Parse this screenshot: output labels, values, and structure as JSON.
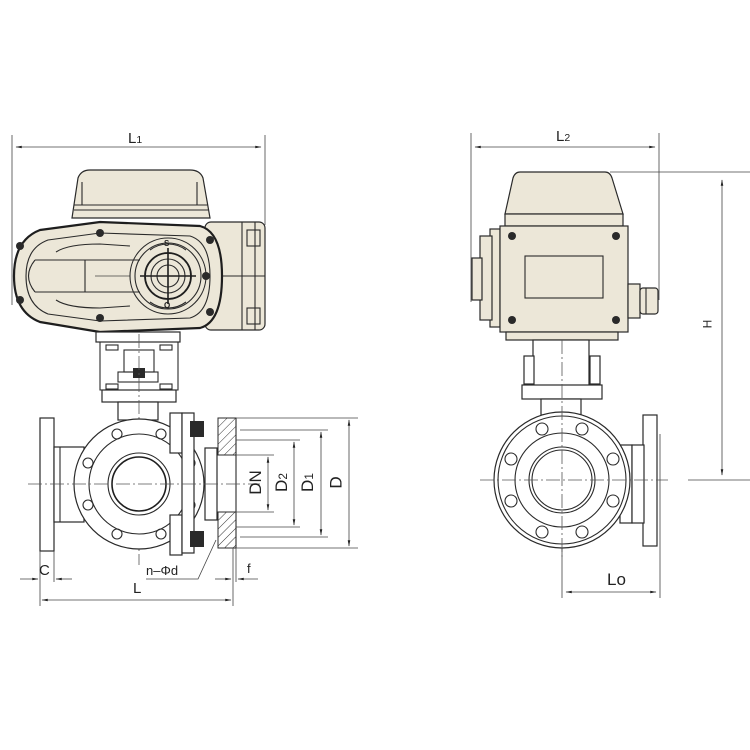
{
  "diagram": {
    "title": "Electric three-way flanged ball valve dimension drawing",
    "colors": {
      "actuator_fill": "#ece7d8",
      "line": "#2a2a2a",
      "background": "#ffffff"
    },
    "front_view": {
      "dimensions": {
        "L1": {
          "main": "L",
          "sub": "1"
        },
        "L": "L",
        "C": "C",
        "f": "f",
        "bolt_holes": "n–Φd",
        "DN": "DN",
        "D2": {
          "main": "D",
          "sub": "2"
        },
        "D1": {
          "main": "D",
          "sub": "1"
        },
        "D": "D"
      },
      "position_indicator": {
        "top": "S",
        "bottom": "O"
      }
    },
    "side_view": {
      "dimensions": {
        "L2": {
          "main": "L",
          "sub": "2"
        },
        "H": "H",
        "Lo": "Lo"
      }
    }
  }
}
